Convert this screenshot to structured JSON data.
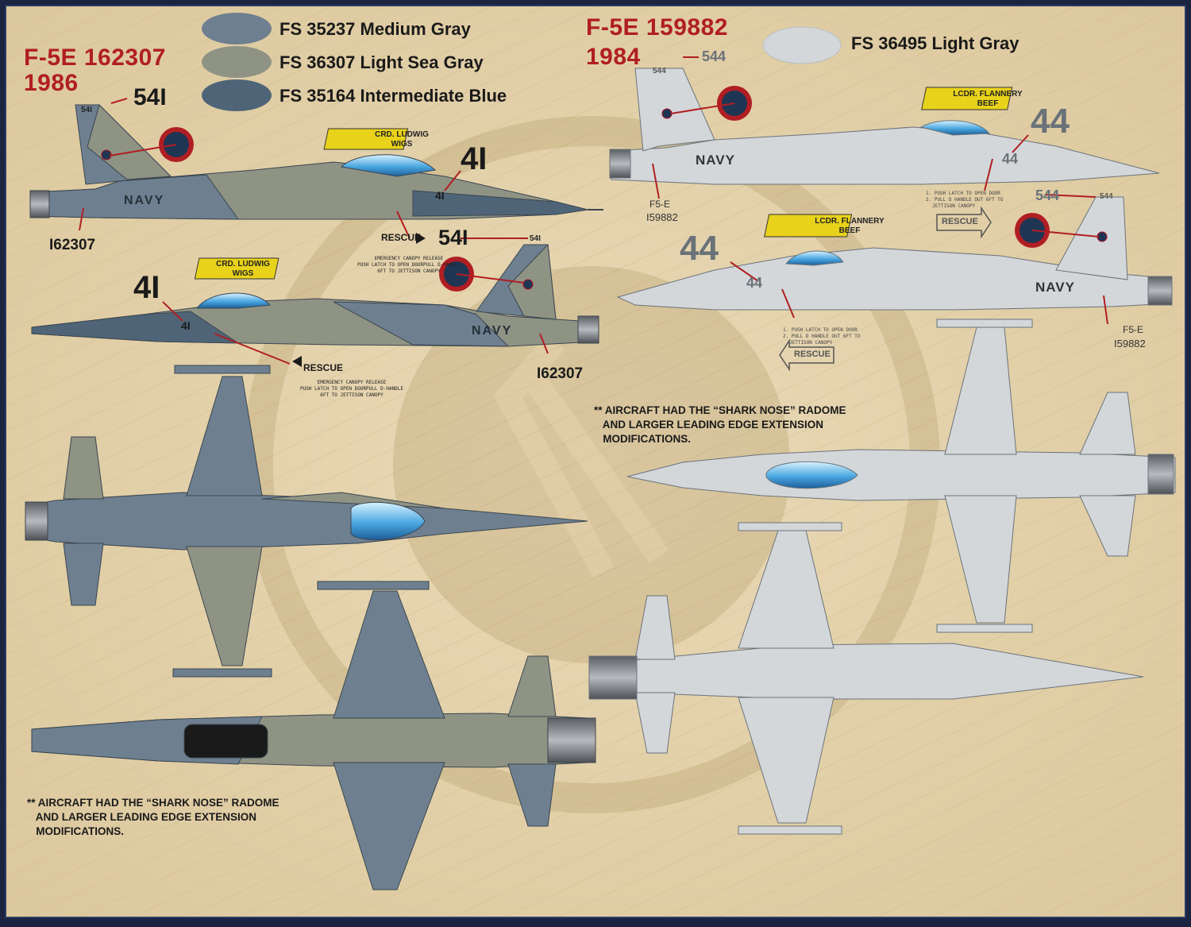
{
  "aircraft_left": {
    "designation": "F-5E 162307",
    "year": "1986"
  },
  "aircraft_right": {
    "designation": "F-5E 159882",
    "year": "1984"
  },
  "colors": [
    {
      "label": "FS 35237 Medium Gray",
      "hex": "#6e8090"
    },
    {
      "label": "FS 36307 Light Sea Gray",
      "hex": "#8e9384"
    },
    {
      "label": "FS 35164 Intermediate Blue",
      "hex": "#4f6577"
    },
    {
      "label": "FS 36495 Light Gray",
      "hex": "#d3d7d9"
    }
  ],
  "markings_left": {
    "tail_code": "54I",
    "nose_number": "4I",
    "service": "NAVY",
    "serial": "I62307",
    "name_plate_line1": "CRD. LUDWIG",
    "name_plate_line2": "WIGS",
    "rescue": "RESCUE",
    "canopy_text_1": "EMERGENCY CANOPY RELEASE",
    "canopy_text_2": "PUSH LATCH TO OPEN DOORPULL D-HANDLE",
    "canopy_text_3": "6FT TO JETTISON CANOPY"
  },
  "markings_right": {
    "tail_code": "544",
    "nose_number": "44",
    "service": "NAVY",
    "type_label": "F5-E",
    "serial": "I59882",
    "name_plate_line1": "LCDR. FLANNERY",
    "name_plate_line2": "BEEF",
    "rescue": "RESCUE",
    "door_text_1": "1. PUSH LATCH TO OPEN DOOR",
    "door_text_2": "2. PULL D HANDLE OUT 6FT TO",
    "door_text_3": "JETTISON CANOPY"
  },
  "notes": {
    "right": "** AIRCRAFT HAD THE “SHARK NOSE” RADOME\n   AND LARGER LEADING EDGE EXTENSION\n   MODIFICATIONS.",
    "left": "** AIRCRAFT HAD THE “SHARK NOSE” RADOME\n   AND LARGER LEADING EDGE EXTENSION\n   MODIFICATIONS."
  }
}
